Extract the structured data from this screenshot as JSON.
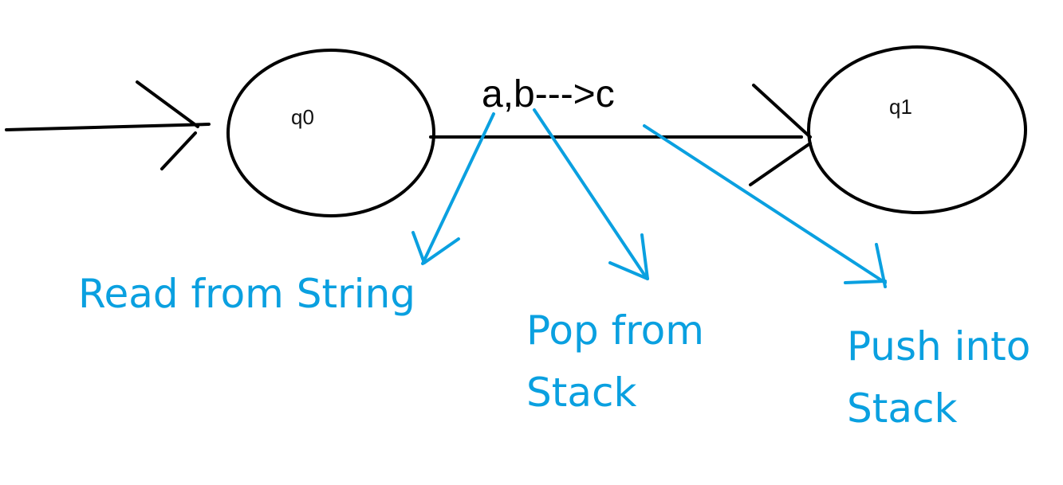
{
  "diagram": {
    "type": "pushdown-automaton-transition",
    "states": [
      {
        "id": "q0",
        "label": "q0",
        "initial": true
      },
      {
        "id": "q1",
        "label": "q1",
        "initial": false
      }
    ],
    "transition": {
      "from": "q0",
      "to": "q1",
      "label": "a,b--->c"
    },
    "annotations": [
      {
        "target": "a",
        "line1": "Read from String",
        "line2": ""
      },
      {
        "target": "b",
        "line1": "Pop from",
        "line2": "Stack"
      },
      {
        "target": "c",
        "line1": "Push into",
        "line2": "Stack"
      }
    ],
    "colors": {
      "diagram": "#000000",
      "annotation": "#0aa0e0",
      "background": "#ffffff"
    }
  }
}
